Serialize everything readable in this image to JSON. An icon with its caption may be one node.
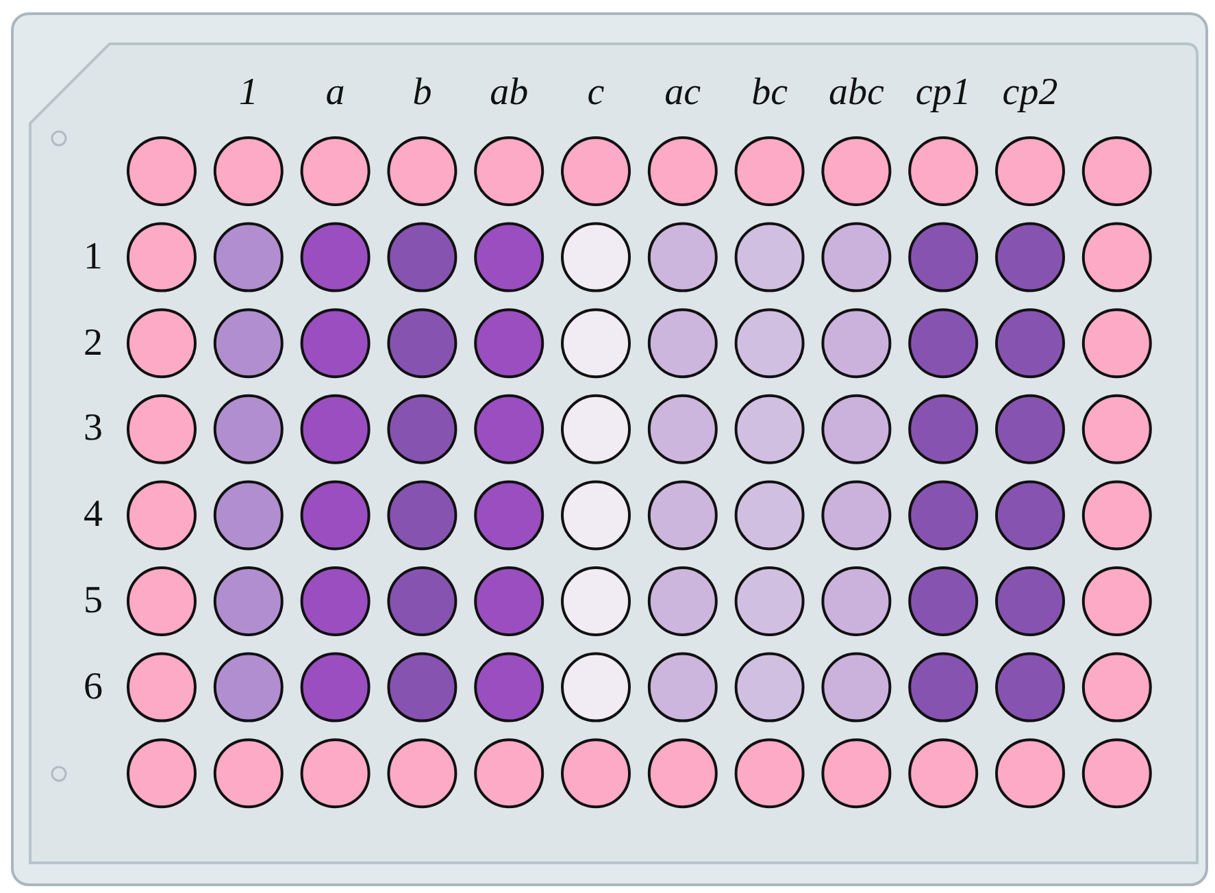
{
  "diagram": {
    "labels": [
      "1",
      "a",
      "b",
      "ab",
      "c",
      "ac",
      "bc",
      "abc",
      "cp1",
      "cp2",
      "1",
      "2",
      "3",
      "4",
      "5",
      "6"
    ]
  }
}
